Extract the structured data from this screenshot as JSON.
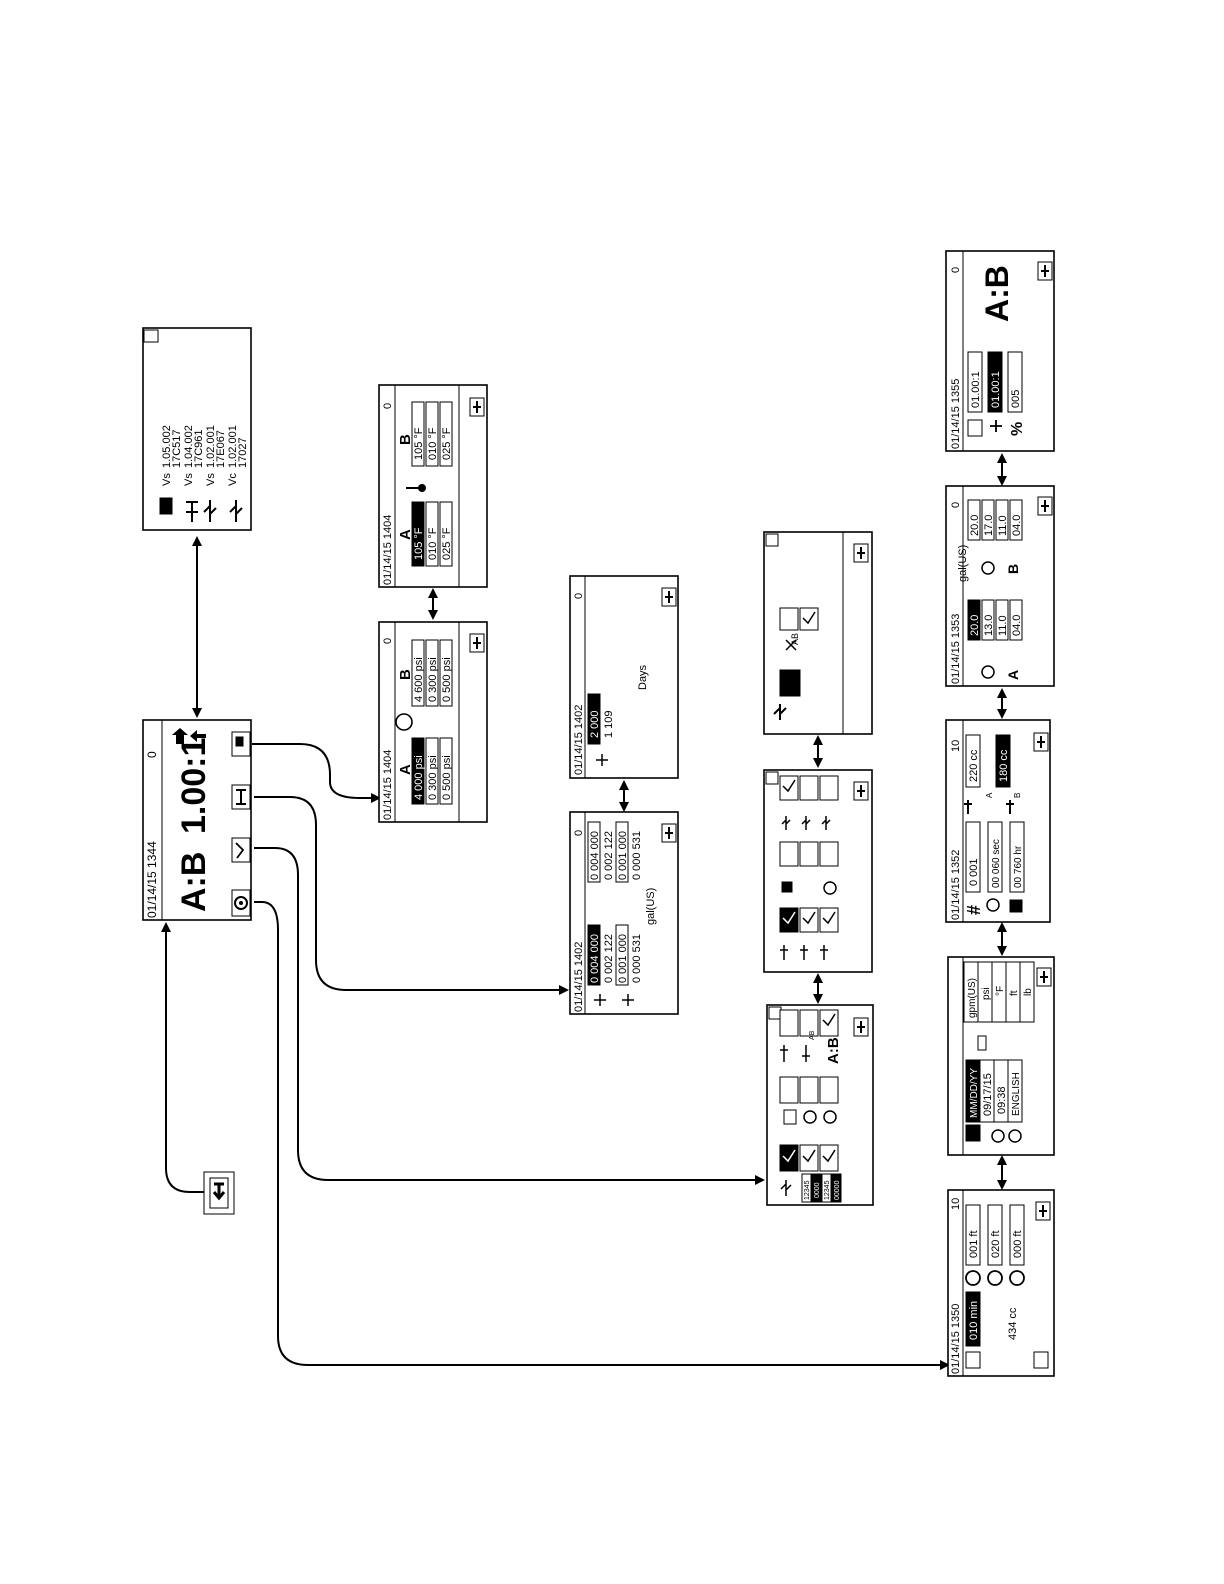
{
  "home": {
    "datetime": "01/14/15 1344",
    "status": "0",
    "ratio_label": "A:B",
    "ratio_value": "1.00:1"
  },
  "versions": {
    "rows": [
      {
        "icon": "display-icon",
        "type": "Vs",
        "version": "1.05.002",
        "serial": "17C517"
      },
      {
        "icon": "gun-icon",
        "type": "Vs",
        "version": "1.04.002",
        "serial": "17C961"
      },
      {
        "icon": "usb-icon",
        "type": "Vs",
        "version": "1.02.001",
        "serial": "17E067"
      },
      {
        "icon": "usb-icon",
        "type": "Vc",
        "version": "1.02.001",
        "serial": "17027"
      }
    ]
  },
  "temp_screen": {
    "datetime": "01/14/15 1404",
    "status": "0",
    "col_a": "A",
    "col_b": "B",
    "a_values": [
      "105 °F",
      "010 °F",
      "025 °F"
    ],
    "b_values": [
      "105 °F",
      "010 °F",
      "025 °F"
    ]
  },
  "pressure_screen": {
    "datetime": "01/14/15 1404",
    "status": "0",
    "col_a": "A",
    "col_b": "B",
    "a_values": [
      "4 000 psi",
      "0 300 psi",
      "0 500 psi"
    ],
    "b_values": [
      "4 600 psi",
      "0 300 psi",
      "0 500 psi"
    ]
  },
  "days_screen": {
    "datetime": "01/14/15 1402",
    "status": "0",
    "value": "2 000",
    "value2": "1 109",
    "unit": "Days"
  },
  "totals_screen": {
    "datetime": "01/14/15 1402",
    "status": "0",
    "left_values": [
      "0 004 000",
      "0 002 122",
      "0 001 000",
      "0 000 531"
    ],
    "right_values": [
      "0 004 000",
      "0 002 122",
      "0 001 000",
      "0 000 531"
    ],
    "unit": "gal(US)"
  },
  "usb_screen": {
    "ab_label": "AB"
  },
  "enable_screen": {
    "ab_label": "A:B",
    "ab_small": "AB"
  },
  "cal_screen": {
    "num_tiles": [
      "12345",
      "0000",
      "12345",
      "00000"
    ]
  },
  "units_screen": {
    "date_format": "MM/DD/YY",
    "date": "09/17/15",
    "time": "09:38",
    "language": "ENGLISH",
    "units": [
      "gpm(US)",
      "psi",
      "°F",
      "ft",
      "lb"
    ]
  },
  "run_screen": {
    "datetime": "01/14/15 1350",
    "status": "10",
    "flow": "010 min",
    "volume": "434 cc",
    "lengths": [
      "001 ft",
      "020 ft",
      "000 ft"
    ]
  },
  "sample_screen": {
    "datetime": "01/14/15 1352",
    "status": "10",
    "count": "0 001",
    "time1": "00 060 sec",
    "time2": "00 760 hr",
    "a_volume": "220 cc",
    "b_volume": "180 cc",
    "a_label": "A",
    "b_label": "B"
  },
  "drum_screen": {
    "datetime": "01/14/15 1353",
    "status": "0",
    "unit": "gal(US)",
    "a_label": "A",
    "b_label": "B",
    "a_values": [
      "20.0",
      "13.0",
      "11.0",
      "04.0"
    ],
    "b_values": [
      "20.0",
      "17.0",
      "11.0",
      "04.0"
    ]
  },
  "ratio_screen": {
    "datetime": "01/14/15 1355",
    "status": "0",
    "values": [
      "01.00:1",
      "01.00:1"
    ],
    "percent": "005",
    "ratio_label": "A:B"
  }
}
